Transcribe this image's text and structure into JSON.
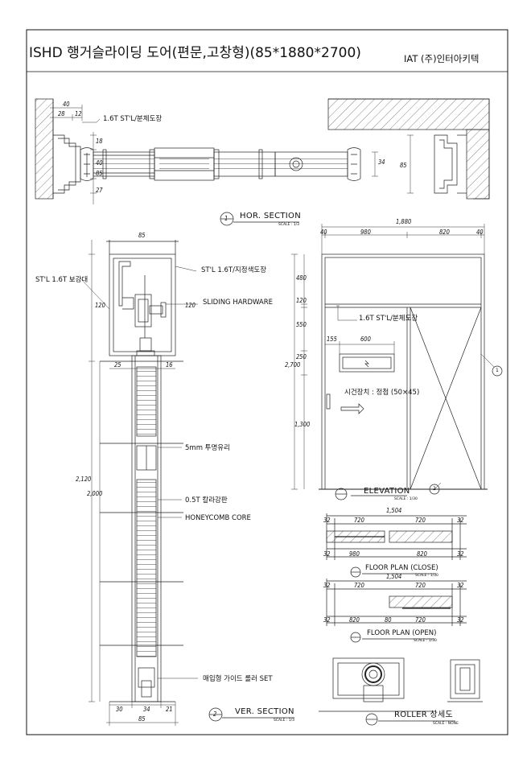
{
  "title": "ISHD 행거슬라이딩 도어(편문,고창형)(85*1880*2700)",
  "company": "IAT (주)인터아키텍",
  "hor_section": {
    "title": "HOR. SECTION",
    "scale": "SCALE : 1/3",
    "bubble": "1",
    "note": "1.6T ST'L/분체도장",
    "dims": {
      "d40": "40",
      "d28": "28",
      "d12": "12",
      "d18": "18",
      "d40b": "40",
      "d85": "85",
      "d27": "27",
      "d34": "34",
      "d85r": "85"
    }
  },
  "ver_section": {
    "title": "VER. SECTION",
    "scale": "SCALE : 1/3",
    "bubble": "2",
    "notes": {
      "reinforce": "ST'L 1.6T 보강대",
      "stl_paint": "ST'L 1.6T/지정색도장",
      "hardware": "SLIDING HARDWARE",
      "glass": "5mm 투명유리",
      "color_plate": "0.5T 칼라강판",
      "honeycomb": "HONEYCOMB CORE",
      "roller": "매입형 가이드 롤러 SET"
    },
    "dims": {
      "top85": "85",
      "d120a": "120",
      "d120b": "120",
      "d25": "25",
      "d16": "16",
      "d2120": "2,120",
      "d2000": "2,000",
      "b30": "30",
      "b34": "34",
      "b21": "21",
      "b85": "85"
    }
  },
  "elevation": {
    "title": "ELEVATION",
    "scale": "SCALE : 1/30",
    "note_frame": "1.6T ST'L/분체도장",
    "note_lock": "시건장치 : 정첩 (50×45)",
    "bubble1": "1",
    "bubble2": "2",
    "dims": {
      "total": "1,880",
      "l40": "40",
      "w980": "980",
      "w820": "820",
      "r40": "40",
      "h480": "480",
      "h120": "120",
      "h550": "550",
      "h250": "250",
      "h1300": "1,300",
      "h2700": "2,700",
      "w155": "155",
      "w600": "600"
    }
  },
  "floor_close": {
    "title": "FLOOR PLAN (CLOSE)",
    "scale": "SCALE : 1/30",
    "dims": {
      "top": "1,504",
      "a32": "32",
      "a720": "720",
      "b720": "720",
      "c32": "32",
      "d32": "32",
      "e980": "980",
      "f820": "820",
      "g32": "32"
    }
  },
  "floor_open": {
    "title": "FLOOR PLAN (OPEN)",
    "scale": "SCALE : 1/30",
    "dims": {
      "top": "1,504",
      "a32": "32",
      "a720": "720",
      "b720": "720",
      "c32": "32",
      "d32": "32",
      "e820": "820",
      "f80": "80",
      "g720": "720",
      "h32": "32"
    }
  },
  "roller_detail": {
    "title": "ROLLER 상세도",
    "scale": "SCALE : NONE"
  }
}
